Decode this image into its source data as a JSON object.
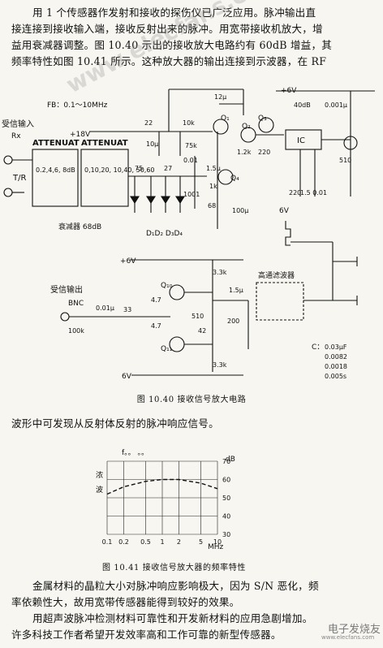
{
  "text": {
    "p1_lines": [
      "用 1 个传感器作发射和接收的探伤仪已广泛应用。脉冲输出直",
      "接连接到接收输入端，接收反射出来的脉冲。用宽带接收机放大，增",
      "益用衰减器调整。图 10.40 示出的接收放大电路约有 60dB 增益，其",
      "频率特性如图 10.41 所示。这种放大器的输出连接到示波器，在 RF"
    ],
    "p2_lines": [
      "波形中可发现从反射体反射的脉冲响应信号。"
    ],
    "p3_lines": [
      "金属材料的晶粒大小对脉冲响应影响极大，因为 S/N 恶化，频",
      "率依赖性大，故用宽带传感器能得到较好的效果。",
      "用超声波脉冲检测材料可靠性和开发新材料的应用急剧增加。",
      "许多科技工作者希望开发效率高和工作可靠的新型传感器。"
    ],
    "caption_1": "图 10.40   接收信号放大电路",
    "caption_2": "图 10.41   接收信号放大器的频率特性"
  },
  "circuit": {
    "labels": {
      "fb": "FB：0.1～10MHz",
      "plus18v": "+18V",
      "recv_input": "受信输入",
      "rx": "Rx",
      "tr": "T/R",
      "attenuat_1": "ATTENUAT",
      "attenuat_2": "ATTENUAT",
      "att_values_1": "0.2,4,6, 8dB",
      "att_values_2": "0,10,20, 10,40, 50,60",
      "att_title": "衰减器 68dB",
      "r22": "22",
      "c10u": "10μ",
      "r10k": "10k",
      "r75k": "75k",
      "r01": "0.01",
      "r12k": "1.2k",
      "q1": "Q₁",
      "q2": "Q₂",
      "q3": "Q₃",
      "q4": "Q₄",
      "r1k": "1k",
      "r1001": "1001",
      "r68": "68",
      "c100u": "100μ",
      "r75": "75",
      "r27": "27",
      "c15u": "1.5μ",
      "r220": "220",
      "r12u": "12μ",
      "diodes": "D₁D₂  D₃D₄",
      "ic": "IC",
      "plus6v": "+6V",
      "r40db": "40dB",
      "r0001u": "0.001μ",
      "r510": "510",
      "r220b": "220",
      "c15_001": "1.5 0.01",
      "minus6v_top": "6V",
      "plus6v_b": "+6V",
      "recv_output": "受信输出",
      "bnc": "BNC",
      "c001u": "0.01μ",
      "r33": "33",
      "r47a": "4.7",
      "r47b": "4.7",
      "r100k": "100k",
      "q10": "Q₁₀",
      "q11": "Q₁₁",
      "r33k_a": "3.3k",
      "r33k_b": "3.3k",
      "r510b": "510",
      "r200": "200",
      "r42": "42",
      "c15u_b": "1.5μ",
      "hpf": "高通滤波器",
      "minus6v_b": "6V",
      "cap_c": "C：",
      "cap_values": [
        "0.03μF",
        "0.0082",
        "0.0018",
        "0.005s"
      ]
    }
  },
  "freq_chart": {
    "title": "f。。 。。",
    "yaxis_left": "波",
    "yaxis_left2": "浓",
    "units": "dB",
    "y_ticks": [
      "70",
      "60",
      "50",
      "40",
      "30"
    ],
    "x_ticks": [
      "0.1",
      "0.2",
      "0.5",
      "1",
      "2",
      "5",
      "10"
    ],
    "x_unit": "MHz"
  },
  "chart_data": {
    "type": "line",
    "title": "",
    "xlabel": "MHz",
    "ylabel": "dB",
    "x_scale": "log",
    "x": [
      0.1,
      0.2,
      0.5,
      1,
      2,
      5,
      10
    ],
    "series": [
      {
        "values": [
          52,
          56,
          59,
          60,
          60,
          58,
          55
        ]
      }
    ],
    "ylim": [
      30,
      70
    ],
    "x_ticks": [
      "0.1",
      "0.2",
      "0.5",
      "1",
      "2",
      "5",
      "10"
    ],
    "y_ticks": [
      "30",
      "40",
      "50",
      "60",
      "70"
    ]
  },
  "watermark": "www.elecfans.com",
  "logo": "电子发烧友",
  "logo_url": "www.elecfans.com"
}
